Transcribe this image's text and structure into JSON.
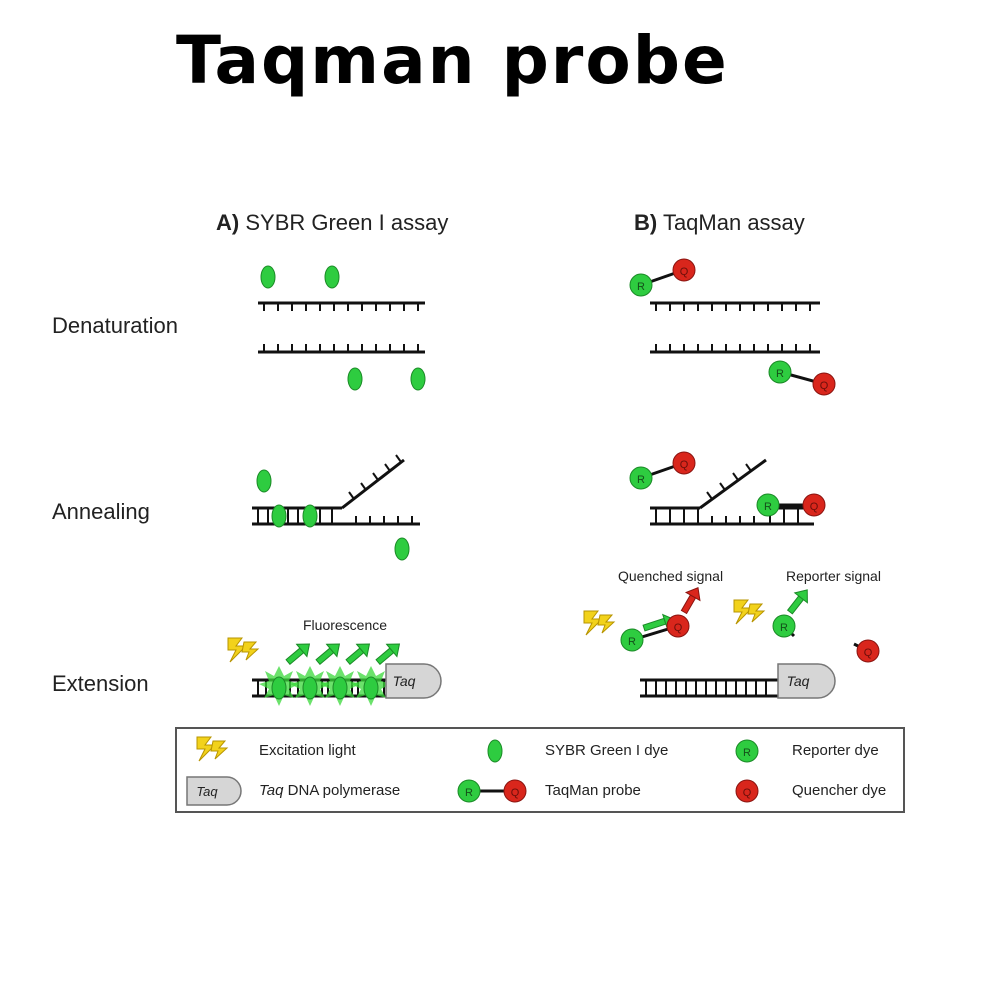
{
  "title": "Taqman probe",
  "panels": {
    "a_prefix": "A)",
    "a_name": "SYBR Green I assay",
    "b_prefix": "B)",
    "b_name": "TaqMan assay"
  },
  "rows": {
    "denaturation": "Denaturation",
    "annealing": "Annealing",
    "extension": "Extension"
  },
  "annotations": {
    "fluorescence": "Fluorescence",
    "quenched_signal": "Quenched signal",
    "reporter_signal": "Reporter signal"
  },
  "labels": {
    "reporter_letter": "R",
    "quencher_letter": "Q",
    "taq": "Taq"
  },
  "legend": {
    "excitation": "Excitation light",
    "sybr_dye": "SYBR Green I dye",
    "reporter_dye": "Reporter dye",
    "taq_italic": "Taq",
    "taq_rest": " DNA polymerase",
    "taqman_probe": "TaqMan probe",
    "quencher_dye": "Quencher dye"
  },
  "colors": {
    "green": "#2ecc40",
    "red": "#d9261c",
    "yellow": "#f2d21b",
    "strand": "#111111"
  }
}
